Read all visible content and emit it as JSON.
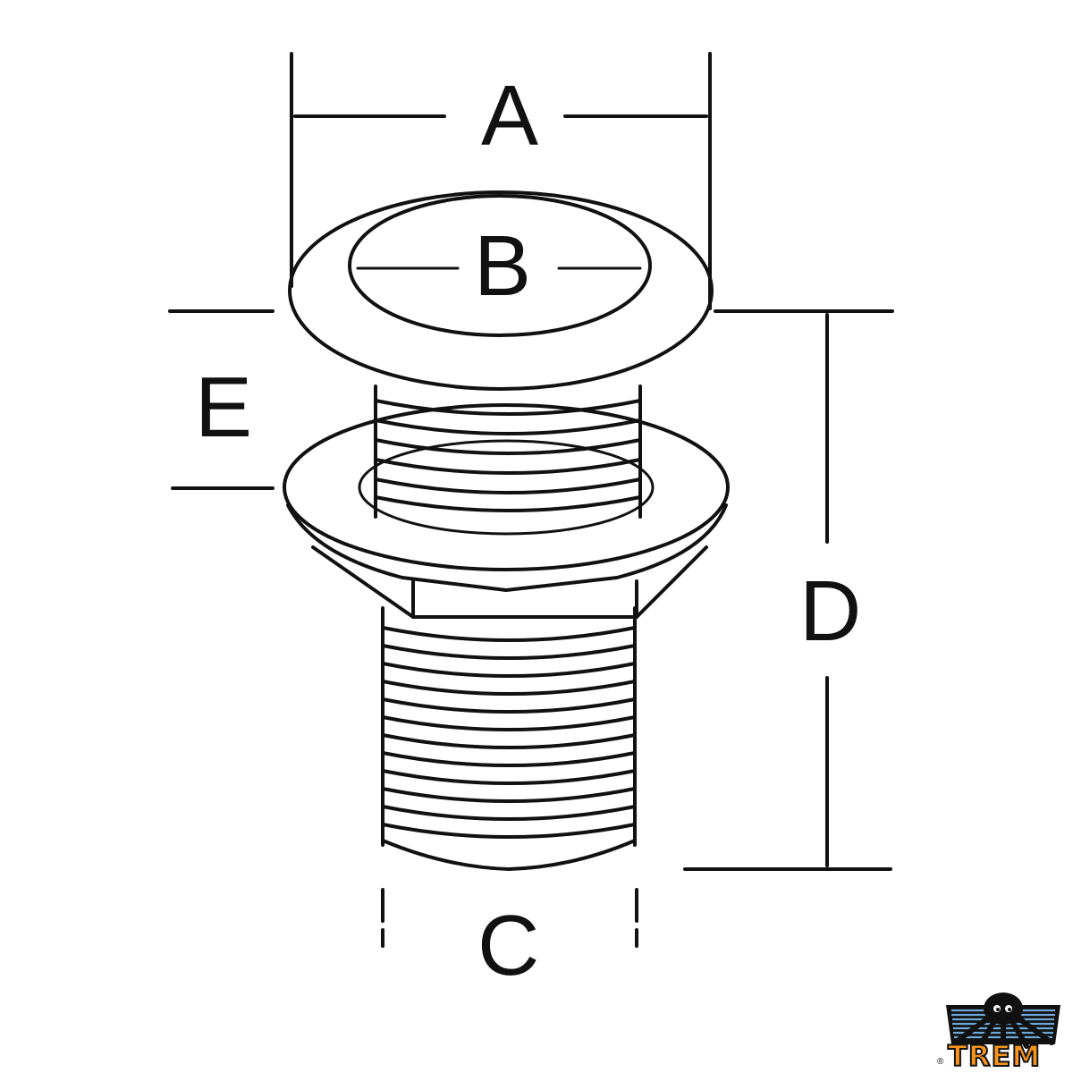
{
  "diagram": {
    "subject": "Thru-hull fitting dimension drawing",
    "labels": {
      "A": "A",
      "B": "B",
      "C": "C",
      "D": "D",
      "E": "E"
    },
    "colors": {
      "line": "#111111",
      "background": "#ffffff"
    }
  },
  "logo": {
    "text": "TREM",
    "registered": "®",
    "colors": {
      "text": "#f7941d",
      "stripes": "#6fa8d6",
      "octopus": "#111111"
    }
  }
}
